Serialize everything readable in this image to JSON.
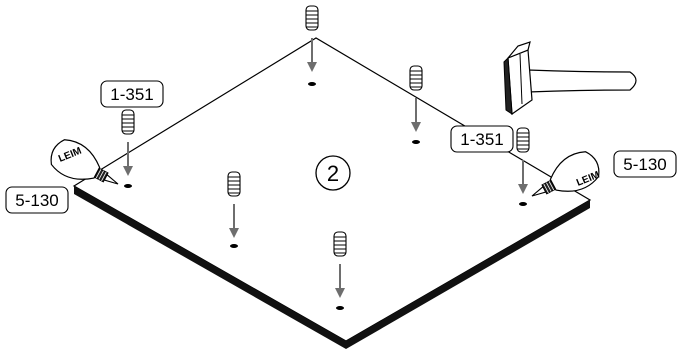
{
  "callouts": {
    "dowel_left": "1-351",
    "dowel_right": "1-351",
    "glue_left": "5-130",
    "glue_right": "5-130"
  },
  "glue_bottle_text": "LEIM",
  "step_number": "2",
  "icons": [
    "wooden-dowel-icon",
    "down-arrow-icon",
    "glue-bottle-icon",
    "hammer-icon"
  ],
  "colors": {
    "ink": "#000000",
    "arrow": "#6e6e6e",
    "dowel_fill": "#ffffff"
  }
}
